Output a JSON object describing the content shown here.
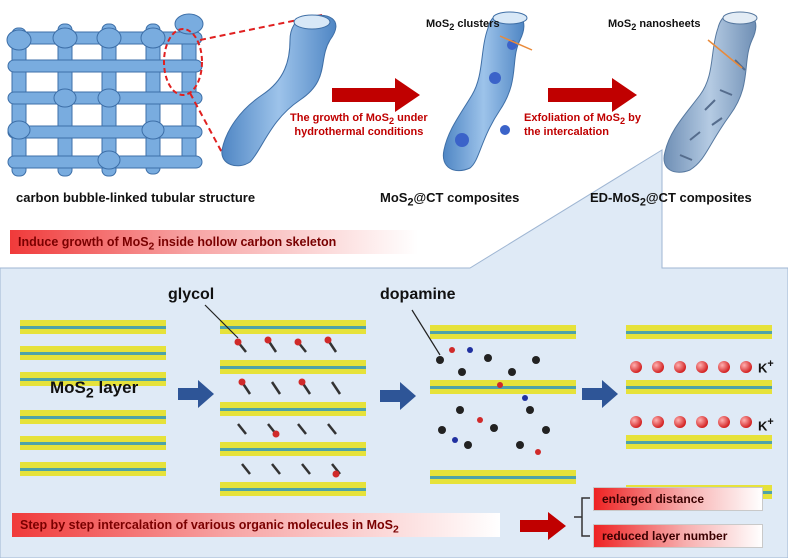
{
  "top": {
    "skeleton_caption": "carbon bubble-linked tubular structure",
    "growth_label_1": "The growth of MoS",
    "growth_label_sub": "2",
    "growth_label_2": " under",
    "growth_label_3": "hydrothermal conditions",
    "clusters_label_1": "MoS",
    "clusters_label_sub": "2",
    "clusters_label_2": " clusters",
    "composite_caption_1": "MoS",
    "composite_caption_sub": "2",
    "composite_caption_2": "@CT composites",
    "exfoliation_label_1": "Exfoliation of MoS",
    "exfoliation_label_sub": "2",
    "exfoliation_label_2": " by",
    "exfoliation_label_3": "the intercalation",
    "nanosheets_label_1": "MoS",
    "nanosheets_label_sub": "2",
    "nanosheets_label_2": " nanosheets",
    "ed_caption_1": "ED-MoS",
    "ed_caption_sub": "2",
    "ed_caption_2": "@CT composites",
    "banner_1": "Induce growth of MoS",
    "banner_sub": "2",
    "banner_2": " inside hollow carbon skeleton"
  },
  "bottom": {
    "layer_label_1": "MoS",
    "layer_label_sub": "2",
    "layer_label_2": " layer",
    "glycol_label": "glycol",
    "dopamine_label": "dopamine",
    "ion_label_1": "K",
    "ion_label_sup": "+",
    "ion_label_2": "K",
    "ion_label_sup_2": "+",
    "banner_1": "Step by step intercalation of various organic molecules in MoS",
    "banner_sub": "2",
    "result_1": "enlarged distance",
    "result_2": "reduced layer number"
  },
  "colors": {
    "panel_bg": "#dfeaf6",
    "arrow_red": "#c00000",
    "arrow_blue": "#2e5597",
    "tube_blue": "#6d9fd3",
    "sheet_yellow": "#e6e23a",
    "sheet_teal": "#4fa3a8",
    "k_ion": "#e03030"
  }
}
